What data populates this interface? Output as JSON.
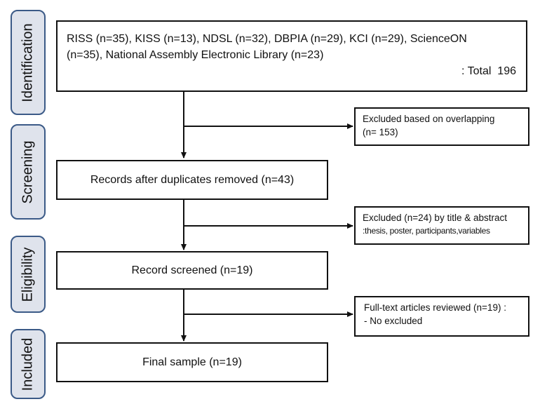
{
  "stages": {
    "identification": "Identification",
    "screening": "Screening",
    "eligibility": "Eligibility",
    "included": "Included"
  },
  "boxes": {
    "sources_line1": "RISS (n=35), KISS (n=13), NDSL (n=32), DBPIA (n=29), KCI (n=29), ScienceON",
    "sources_line2": "(n=35), National Assembly Electronic Library (n=23)",
    "total": ": Total  196",
    "duplicates_removed": "Records after duplicates removed (n=43)",
    "record_screened": "Record screened (n=19)",
    "final_sample": "Final sample (n=19)"
  },
  "exclusions": {
    "overlap_line1": "Excluded based on overlapping",
    "overlap_line2": "(n= 153)",
    "title_abstract_line1": "Excluded (n=24) by title & abstract",
    "title_abstract_line2": ":thesis, poster, participants,variables",
    "fulltext_line1": "Full-text articles reviewed (n=19) :",
    "fulltext_line2": "- No excluded"
  }
}
